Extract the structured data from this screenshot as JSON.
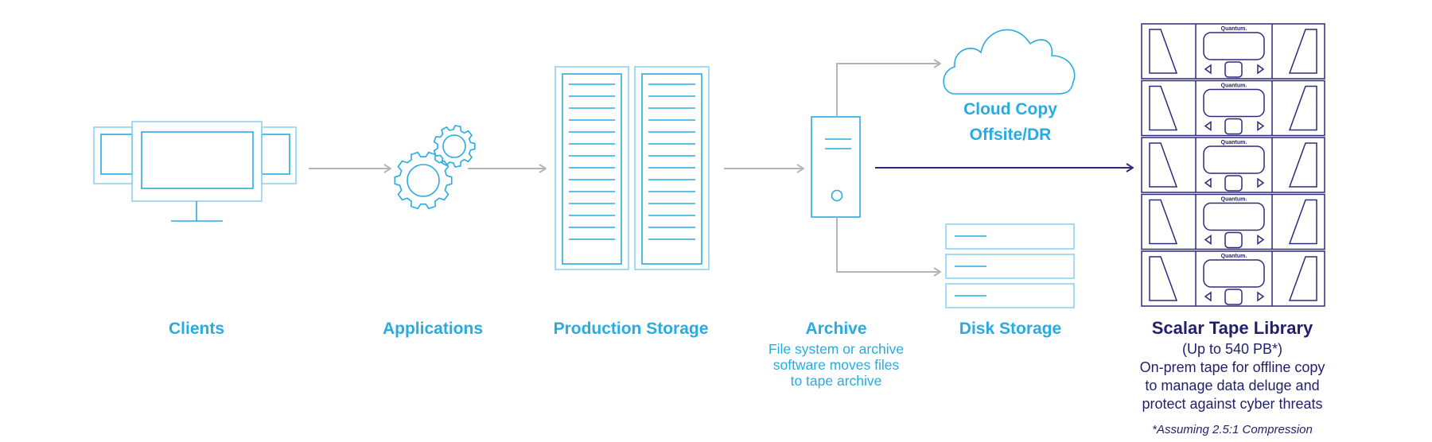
{
  "colors": {
    "accent_blue": "#29abe2",
    "navy": "#221f6b",
    "connector_gray": "#b5b5b5"
  },
  "nodes": {
    "clients": {
      "label": "Clients",
      "icon": "monitors-icon"
    },
    "applications": {
      "label": "Applications",
      "icon": "gears-icon"
    },
    "production_storage": {
      "label": "Production Storage",
      "icon": "storage-racks-icon"
    },
    "archive": {
      "label": "Archive",
      "lines": [
        "File system or archive",
        "software moves files",
        "to tape archive"
      ],
      "icon": "server-icon"
    },
    "cloud": {
      "lines": [
        "Cloud Copy",
        "Offsite/DR"
      ],
      "icon": "cloud-icon"
    },
    "disk_storage": {
      "label": "Disk Storage",
      "icon": "disk-array-icon"
    },
    "tape_library": {
      "label": "Scalar Tape Library",
      "lines": [
        "(Up to 540 PB*)",
        "On-prem tape for offline copy",
        "to manage data deluge and",
        "protect against cyber threats"
      ],
      "footnote": "*Assuming 2.5:1 Compression",
      "brand": "Quantum.",
      "icon": "tape-library-icon"
    }
  }
}
